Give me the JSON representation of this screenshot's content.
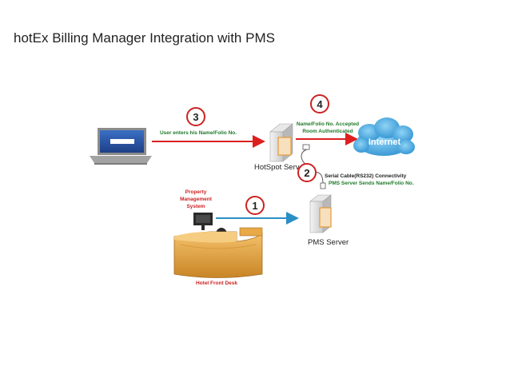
{
  "page": {
    "title": "hotEx Billing Manager Integration with PMS"
  },
  "diagram": {
    "nodes": {
      "hotspot_server": "HotSpot Server",
      "pms_server": "PMS Server",
      "internet": "Internet",
      "pms_system": [
        "Property",
        "Management",
        "System"
      ],
      "front_desk": "Hotel Front Desk"
    },
    "steps": [
      {
        "number": "1",
        "label": []
      },
      {
        "number": "2",
        "label": [
          "Serial Cable(RS232) Connectivity",
          "PMS Server Sends Name/Folio No."
        ]
      },
      {
        "number": "3",
        "label": [
          "User enters his Name/Folio No."
        ]
      },
      {
        "number": "4",
        "label": [
          "Name/Folio No. Accepted",
          "Room Authenticated"
        ]
      }
    ],
    "colors": {
      "step_circle": "#cc2222",
      "user_arrow": "#dd1f1f",
      "internet_arrow": "#dd1f1f",
      "pms_arrow": "#2a8fc4",
      "green_text": "#1f7a2a",
      "red_text": "#cc2222",
      "internet_cloud": "#2b9ed8"
    }
  }
}
